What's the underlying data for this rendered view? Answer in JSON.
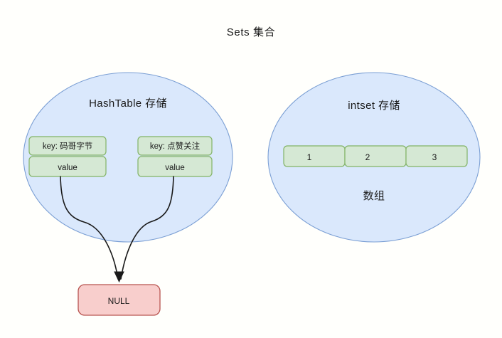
{
  "diagram": {
    "title": "Sets 集合",
    "background_color": "#fffffc",
    "left_group": {
      "label": "HashTable 存储",
      "fill_color": "#dae8fc",
      "stroke_color": "#7b9fd4",
      "entries": [
        {
          "key_label": "key: 码哥字节",
          "value_label": "value"
        },
        {
          "key_label": "key: 点赞关注",
          "value_label": "value"
        }
      ],
      "entry_fill_color": "#d5e8d4",
      "entry_stroke_color": "#82b366"
    },
    "right_group": {
      "label": "intset 存储",
      "caption": "数组",
      "fill_color": "#dae8fc",
      "stroke_color": "#7b9fd4",
      "cells": [
        "1",
        "2",
        "3"
      ],
      "cell_fill_color": "#d5e8d4",
      "cell_stroke_color": "#82b366"
    },
    "null_node": {
      "label": "NULL",
      "fill_color": "#f8cecc",
      "stroke_color": "#b85450"
    },
    "edges": {
      "stroke_color": "#1a1a1a",
      "arrow_name": "arrow-head-to-null",
      "count": 2
    }
  }
}
